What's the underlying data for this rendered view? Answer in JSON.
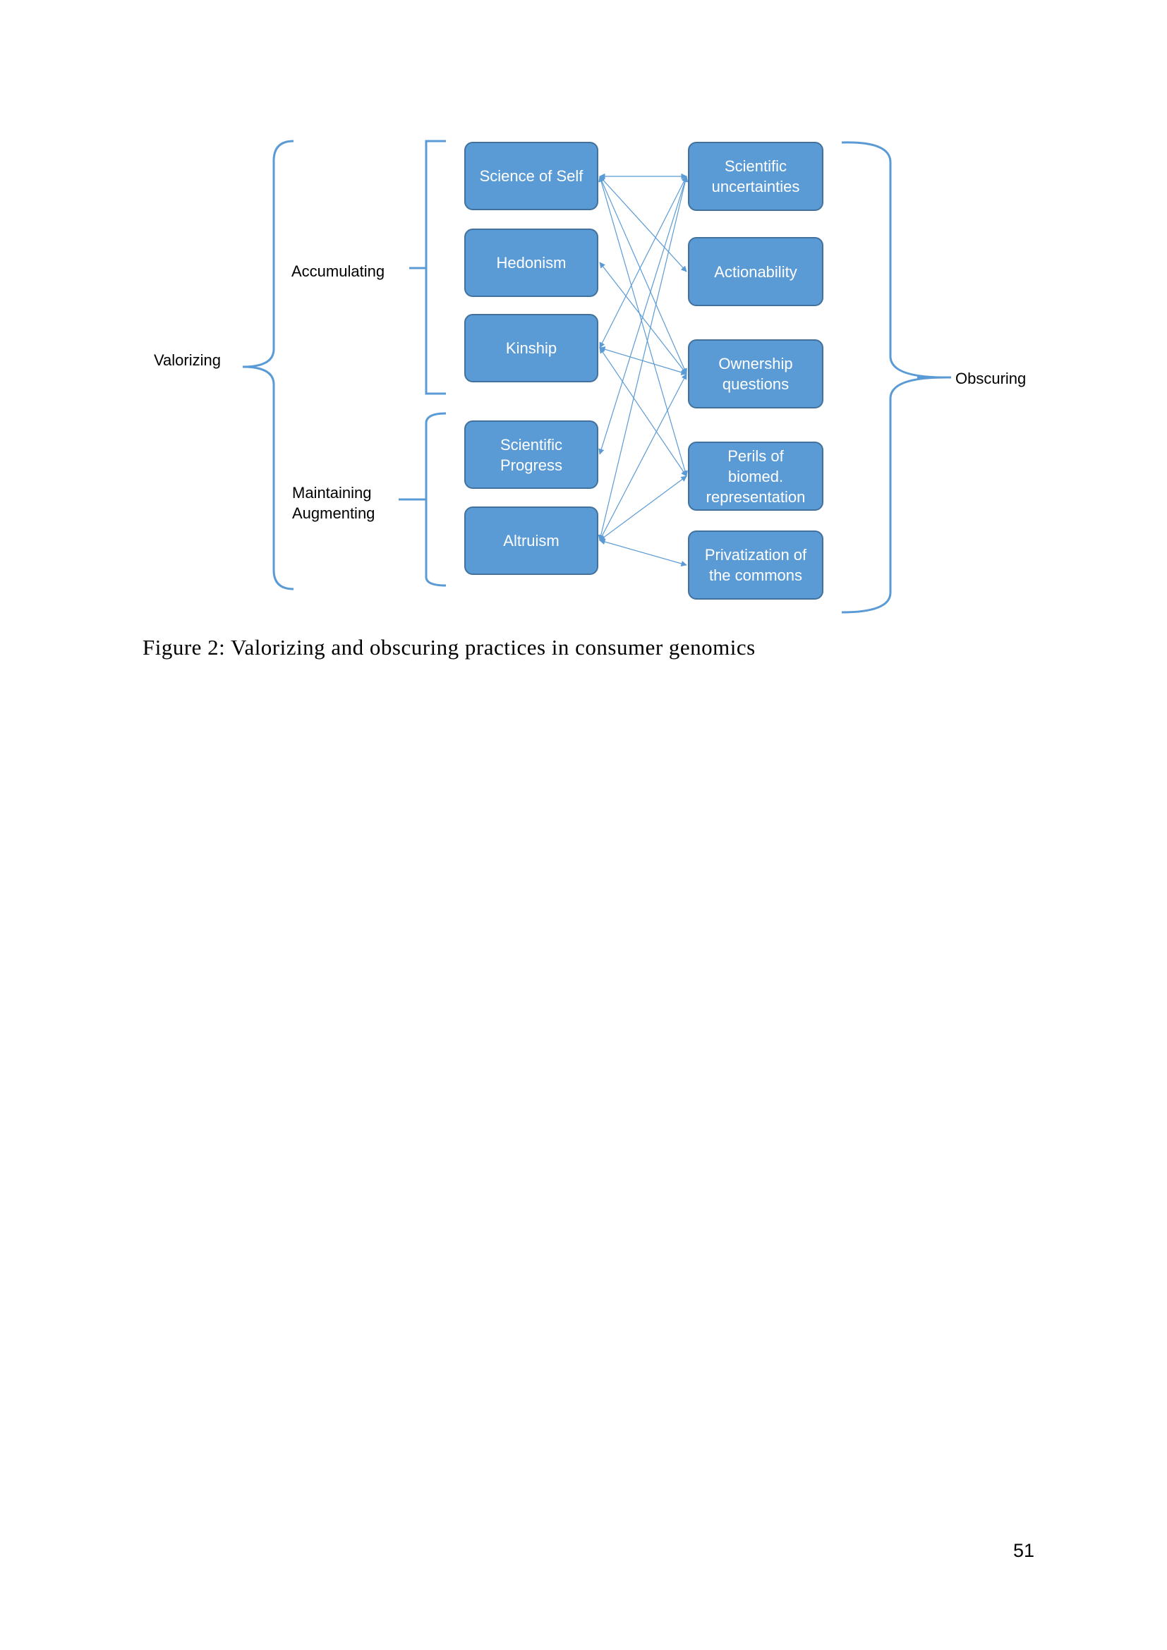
{
  "diagram": {
    "left_boxes": [
      {
        "label": "Science of Self"
      },
      {
        "label": "Hedonism"
      },
      {
        "label": "Kinship"
      },
      {
        "label": "Scientific\nProgress"
      },
      {
        "label": "Altruism"
      }
    ],
    "right_boxes": [
      {
        "label": "Scientific\nuncertainties"
      },
      {
        "label": "Actionability"
      },
      {
        "label": "Ownership\nquestions"
      },
      {
        "label": "Perils of\nbiomed.\nrepresentation"
      },
      {
        "label": "Privatization of\nthe commons"
      }
    ],
    "group_labels": {
      "valorizing": "Valorizing",
      "accumulating": "Accumulating",
      "maintaining": "Maintaining\nAugmenting",
      "obscuring": "Obscuring"
    },
    "connections": [
      [
        0,
        0
      ],
      [
        0,
        1
      ],
      [
        0,
        2
      ],
      [
        0,
        3
      ],
      [
        1,
        2
      ],
      [
        2,
        0
      ],
      [
        2,
        2
      ],
      [
        2,
        3
      ],
      [
        3,
        0
      ],
      [
        4,
        0
      ],
      [
        4,
        2
      ],
      [
        4,
        3
      ],
      [
        4,
        4
      ]
    ],
    "colors": {
      "box_fill": "#5b9bd5",
      "box_border": "#41719c",
      "line": "#5b9bd5"
    }
  },
  "caption": "Figure 2: Valorizing and obscuring practices in consumer genomics",
  "page_number": "51"
}
